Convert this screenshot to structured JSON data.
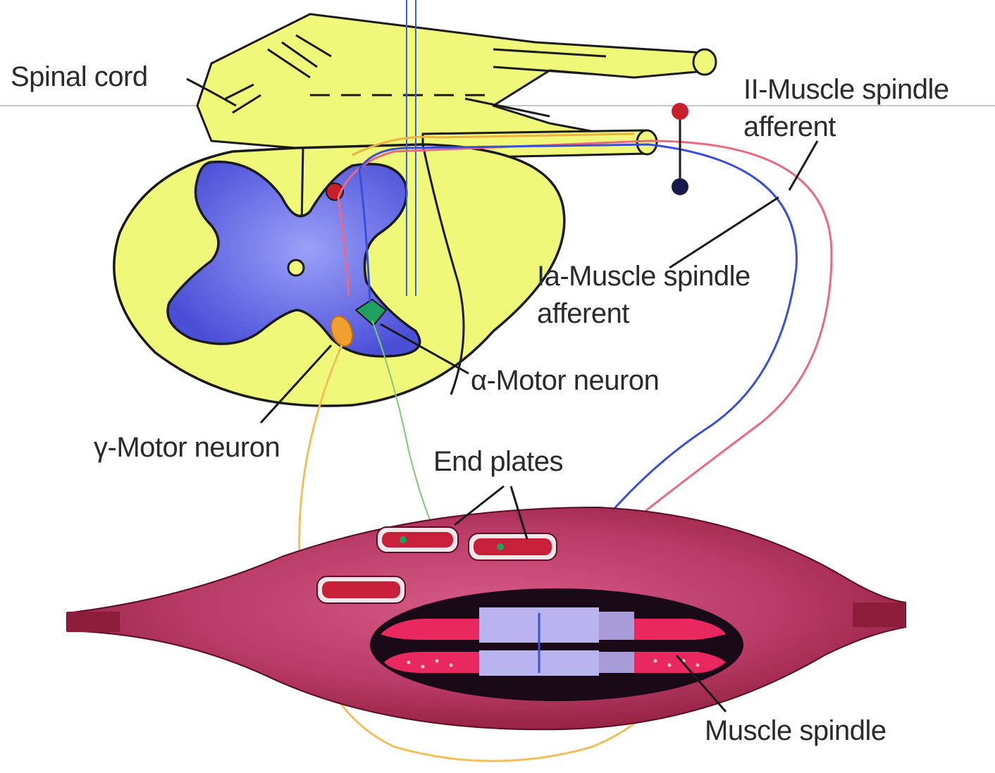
{
  "labels": {
    "spinal_cord": "Spinal cord",
    "ii_afferent_line1": "II-Muscle spindle",
    "ii_afferent_line2": "afferent",
    "ia_afferent_line1": "Ia-Muscle spindle",
    "ia_afferent_line2": "afferent",
    "alpha_motor_neuron": "α-Motor neuron",
    "gamma_motor_neuron": "γ-Motor neuron",
    "end_plates": "End plates",
    "muscle_spindle": "Muscle spindle"
  },
  "colors": {
    "cord_white_matter": "#f0f87a",
    "cord_grey_matter": "#5a5fe0",
    "muscle": "#b0305c",
    "muscle_tendon": "#8e1d3c",
    "spindle_dark": "#1a0a18",
    "spindle_pink": "#e8285e",
    "spindle_lavender": "#b9b4f0",
    "ia_afferent": "#3a4fd8",
    "ii_afferent": "#e86a80",
    "gamma_efferent": "#f0c060",
    "alpha_efferent": "#7fc87a"
  }
}
